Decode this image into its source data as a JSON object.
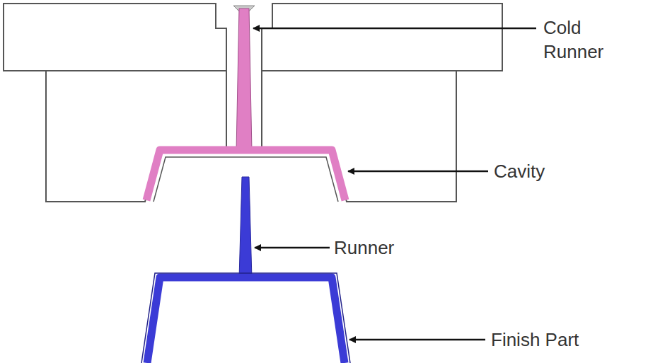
{
  "diagram": {
    "labels": [
      "Cold Runner",
      "Cavity",
      "Runner",
      "Finish Part"
    ]
  }
}
